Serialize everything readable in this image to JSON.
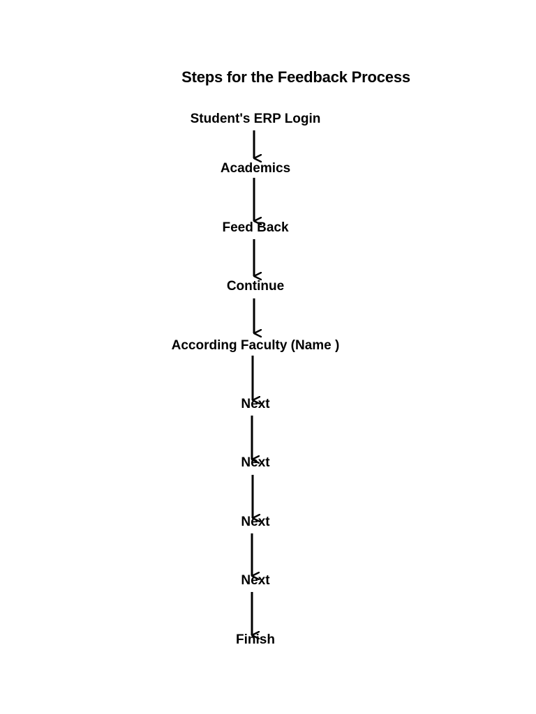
{
  "title": "Steps for the Feedback Process",
  "steps": [
    "Student's ERP Login",
    "Academics",
    "Feed Back",
    "Continue",
    "According Faculty (Name )",
    "Next",
    "Next",
    "Next",
    "Next",
    "Finish"
  ]
}
